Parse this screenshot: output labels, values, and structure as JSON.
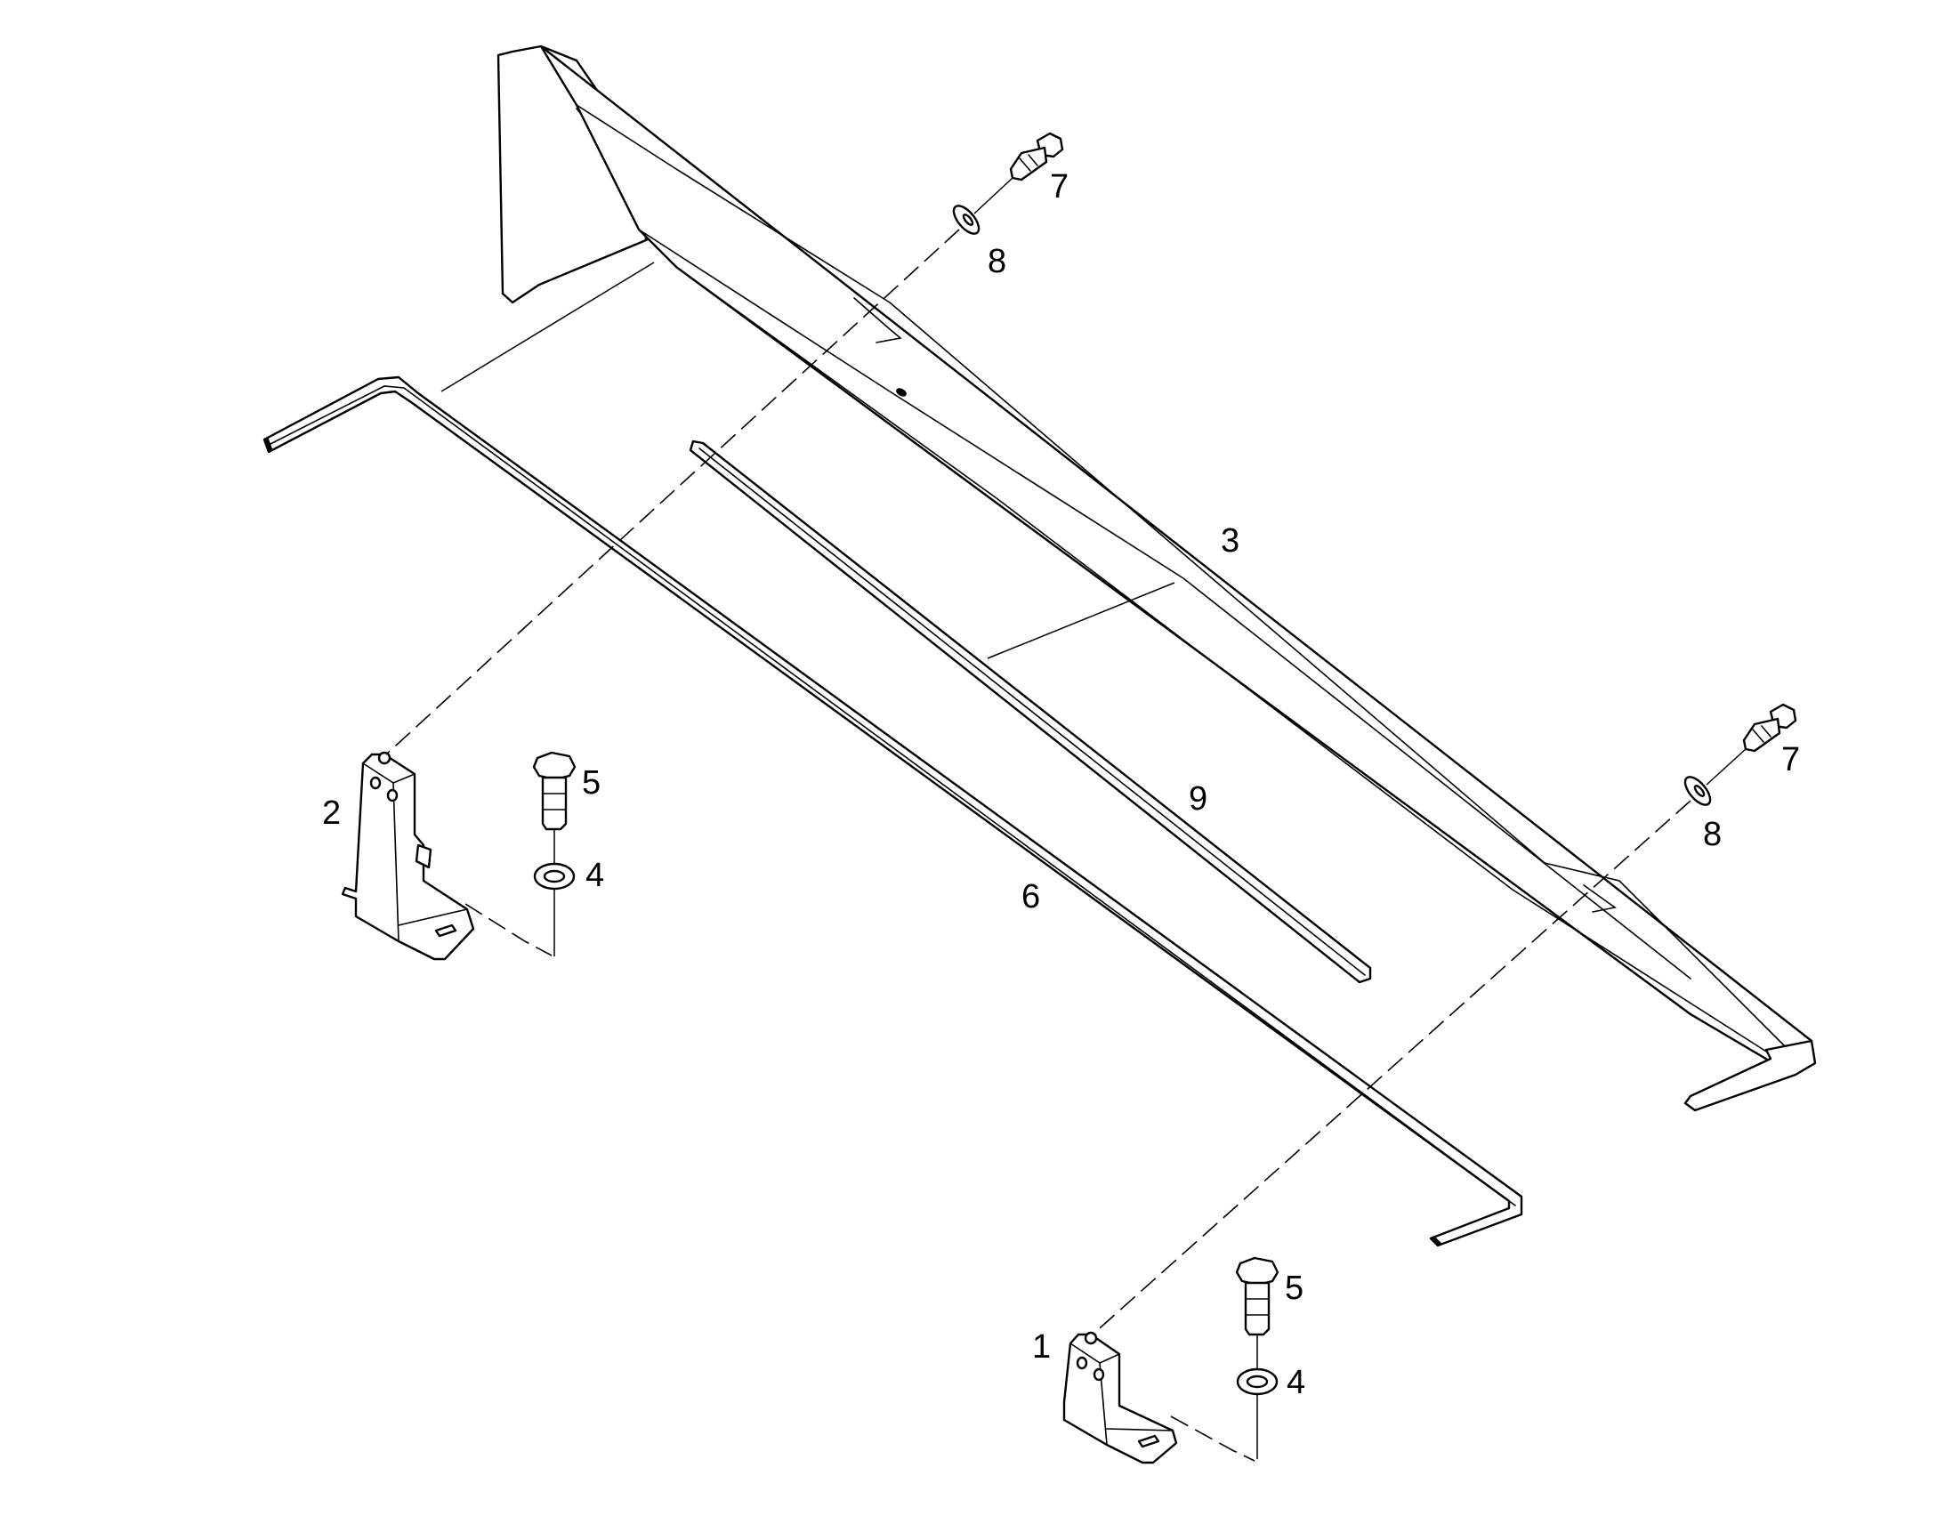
{
  "diagram": {
    "callouts": [
      {
        "id": "c1",
        "label": "1"
      },
      {
        "id": "c2",
        "label": "2"
      },
      {
        "id": "c3",
        "label": "3"
      },
      {
        "id": "c4a",
        "label": "4"
      },
      {
        "id": "c4b",
        "label": "4"
      },
      {
        "id": "c5a",
        "label": "5"
      },
      {
        "id": "c5b",
        "label": "5"
      },
      {
        "id": "c6",
        "label": "6"
      },
      {
        "id": "c7a",
        "label": "7"
      },
      {
        "id": "c7b",
        "label": "7"
      },
      {
        "id": "c8a",
        "label": "8"
      },
      {
        "id": "c8b",
        "label": "8"
      },
      {
        "id": "c9",
        "label": "9"
      }
    ]
  }
}
